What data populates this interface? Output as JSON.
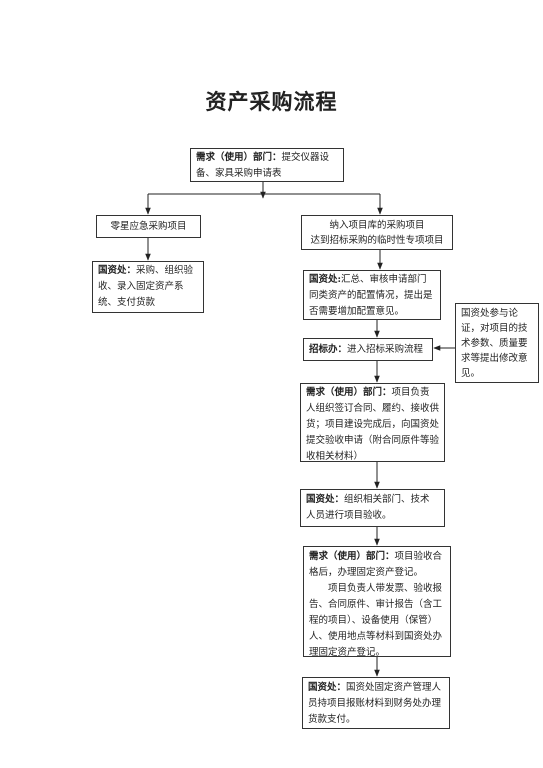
{
  "title": "资产采购流程",
  "steps": {
    "demand_top": {
      "head": "需求（使用）部门：",
      "text": "提交仪器设备、家具采购申请表"
    },
    "left_branch": {
      "text": "零星应急采购项目"
    },
    "left_asset": {
      "head": "国资处：",
      "text": "采购、组织验收、录入固定资产系统、支付货款"
    },
    "right_branch": {
      "line1": "纳入项目库的采购项目",
      "line2": "达到招标采购的临时性专项项目"
    },
    "asset_review": {
      "head": "国资处:",
      "text": "汇总、审核申请部门同类资产的配置情况，提出是否需要增加配置意见。"
    },
    "side_note": {
      "text": "国资处参与论证，对项目的技术参数、质量要求等提出修改意见。"
    },
    "bidding": {
      "head": "招标办：",
      "text": "进入招标采购流程"
    },
    "demand_contract": {
      "head": "需求（使用）部门：",
      "text": "项目负责人组织签订合同、履约、接收供货；项目建设完成后，向国资处提交验收申请（附合同原件等验收相关材料）"
    },
    "asset_acceptance": {
      "head": "国资处：",
      "text": "组织相关部门、技术人员进行项目验收。"
    },
    "demand_register": {
      "head": "需求（使用）部门：",
      "text": "项目验收合格后，办理固定资产登记。",
      "para2": "项目负责人带发票、验收报告、合同原件、审计报告（含工程的项目）、设备使用（保管）人、使用地点等材料到国资处办理固定资产登记。"
    },
    "asset_payment": {
      "head": "国资处：",
      "text": "国资处固定资产管理人员持项目报账材料到财务处办理货款支付。"
    }
  }
}
